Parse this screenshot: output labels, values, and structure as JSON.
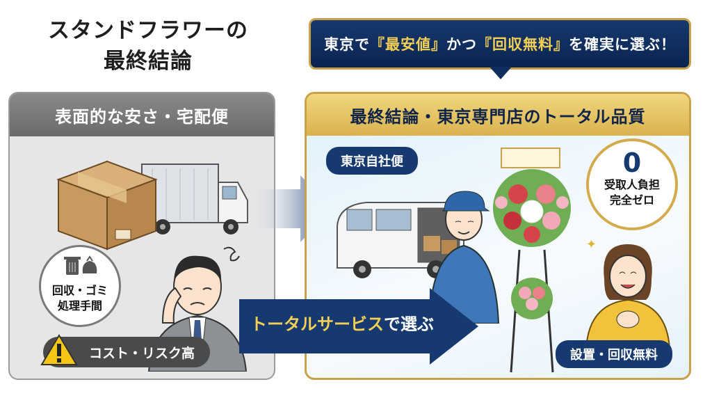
{
  "title": "スタンドフラワーの\n最終結論",
  "slogan": {
    "pre": "東京で",
    "hl1": "『最安値』",
    "mid": "かつ",
    "hl2": "『回収無料』",
    "post": "を確実に選ぶ！"
  },
  "left_panel": {
    "heading": "表面的な安さ・宅配便",
    "recycle_label": "回収・ゴミ\n処理手間",
    "cost_label": "コスト・リスク高"
  },
  "right_panel": {
    "heading": "最終結論・東京専門店のトータル品質",
    "delivery_label": "東京自社便",
    "zero_number": "0",
    "zero_label": "受取人負担\n完全ゼロ",
    "setup_label": "設置・回収無料"
  },
  "arrow_label": {
    "highlight": "トータルサービス",
    "rest": "で選ぶ"
  },
  "colors": {
    "navy": "#163a70",
    "gold": "#d3ab4c",
    "gold_text": "#f3cf55",
    "gray_head": "#7a7a7a"
  }
}
